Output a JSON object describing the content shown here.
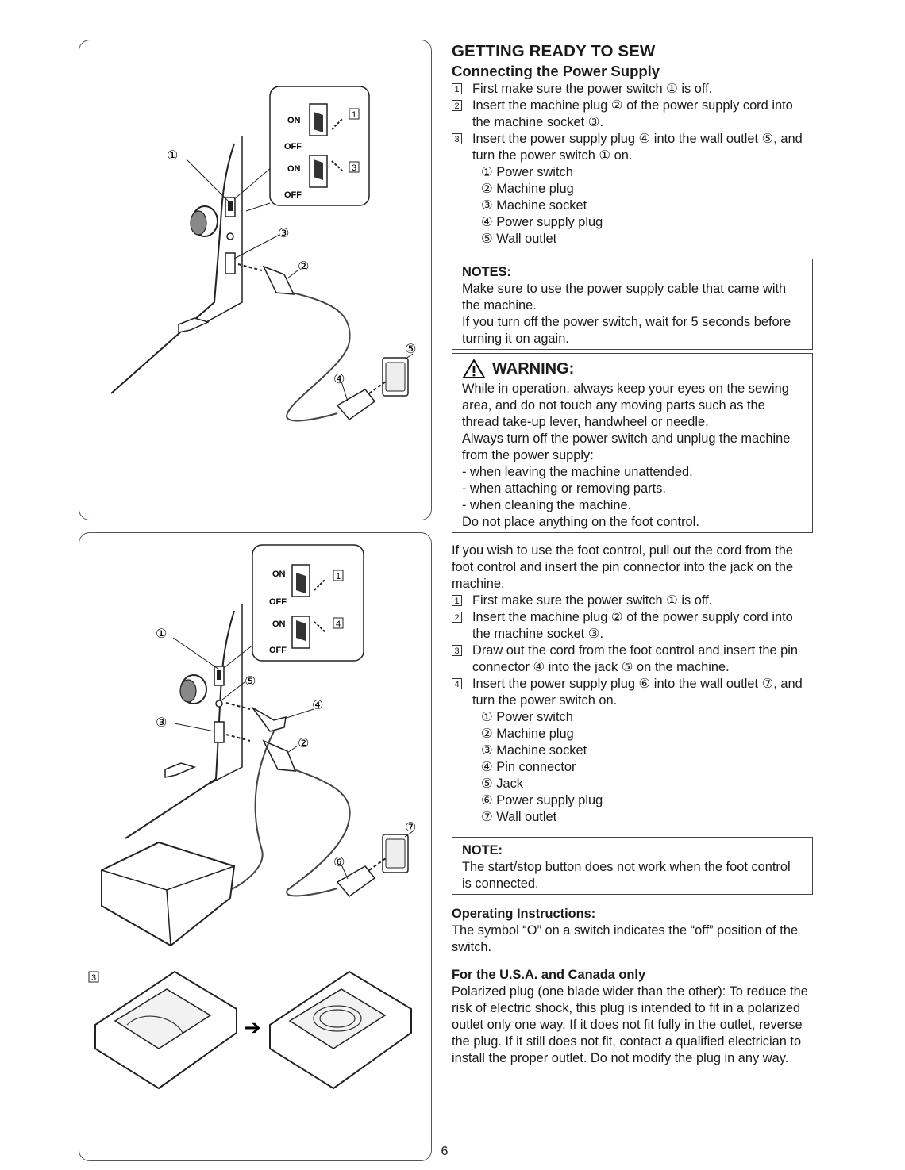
{
  "heading": "GETTING READY TO SEW",
  "subheading": "Connecting the Power Supply",
  "section1": {
    "steps": [
      {
        "num": "1",
        "text": "First make sure the power switch ① is off."
      },
      {
        "num": "2",
        "text": "Insert the machine plug ② of the power supply cord into the machine socket ③."
      },
      {
        "num": "3",
        "text": "Insert the power supply plug ④ into the wall outlet ⑤, and turn the power switch ① on."
      }
    ],
    "legend": [
      {
        "num": "①",
        "text": "Power switch"
      },
      {
        "num": "②",
        "text": "Machine plug"
      },
      {
        "num": "③",
        "text": "Machine socket"
      },
      {
        "num": "④",
        "text": "Power supply plug"
      },
      {
        "num": "⑤",
        "text": "Wall outlet"
      }
    ]
  },
  "notes": {
    "title": "NOTES:",
    "lines": [
      "Make sure to use the power supply cable that came with the machine.",
      "If you turn off the power switch, wait for 5 seconds before turning it on again."
    ]
  },
  "warning": {
    "title": "WARNING:",
    "lines": [
      "While in operation, always keep your eyes on the sewing area, and do not touch any moving parts such as the thread take-up lever, handwheel or needle.",
      "Always turn off the power switch and unplug the machine from the power supply:",
      "- when leaving the machine unattended.",
      "- when attaching or removing parts.",
      "- when cleaning the machine.",
      "Do not place anything on the foot control."
    ]
  },
  "section2": {
    "intro": "If you wish to use the foot control, pull out the cord from the foot control and insert the pin connector into the jack on the machine.",
    "steps": [
      {
        "num": "1",
        "text": "First make sure the power switch ① is off."
      },
      {
        "num": "2",
        "text": "Insert the machine plug ② of the power supply cord into the machine socket ③."
      },
      {
        "num": "3",
        "text": "Draw out the cord from the foot control and insert the pin connector ④ into the jack ⑤ on the machine."
      },
      {
        "num": "4",
        "text": "Insert the power supply plug ⑥ into the wall outlet ⑦, and turn the power switch on."
      }
    ],
    "legend": [
      {
        "num": "①",
        "text": "Power switch"
      },
      {
        "num": "②",
        "text": "Machine plug"
      },
      {
        "num": "③",
        "text": "Machine socket"
      },
      {
        "num": "④",
        "text": "Pin connector"
      },
      {
        "num": "⑤",
        "text": "Jack"
      },
      {
        "num": "⑥",
        "text": "Power supply plug"
      },
      {
        "num": "⑦",
        "text": "Wall outlet"
      }
    ]
  },
  "note": {
    "title": "NOTE:",
    "text": "The start/stop button does not work when the foot control is connected."
  },
  "operating": {
    "title": "Operating Instructions:",
    "text": "The symbol “O” on a switch indicates the “off” position of the switch."
  },
  "usa": {
    "title": "For the U.S.A. and Canada only",
    "text": "Polarized plug (one blade wider than the other): To reduce the risk of electric shock, this plug is intended to fit in a polarized outlet only one way. If it does not fit fully in the outlet, reverse the plug. If it still does not fit, contact a qualified electrician to install the proper outlet. Do not modify the plug in any way."
  },
  "page_number": "6",
  "figure1": {
    "switch_on": "ON",
    "switch_off": "OFF",
    "callouts": [
      "①",
      "②",
      "③",
      "④",
      "⑤"
    ],
    "steps": [
      "1",
      "3"
    ]
  },
  "figure2": {
    "switch_on": "ON",
    "switch_off": "OFF",
    "callouts": [
      "①",
      "②",
      "③",
      "④",
      "⑤",
      "⑥",
      "⑦"
    ],
    "steps": [
      "1",
      "4"
    ],
    "storage_step": "3",
    "arrow": "➔"
  }
}
